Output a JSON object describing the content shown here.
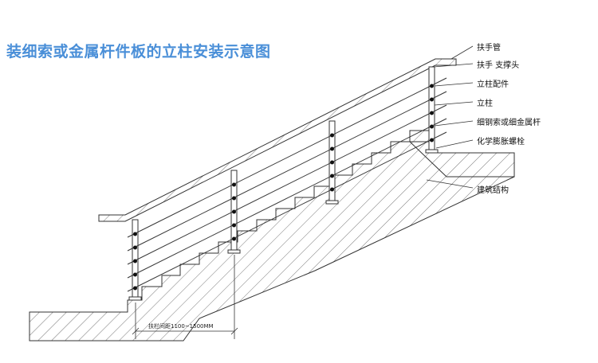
{
  "diagram": {
    "title": "装细索或金属杆件板的立柱安装示意图",
    "labels": {
      "handrail_tube": "扶手管",
      "handrail_support": "扶手 支撑头",
      "post_fitting": "立柱配件",
      "post": "立柱",
      "cable": "细钢索或细金属杆",
      "chemical_anchor": "化学膨胀螺栓",
      "structure": "建筑结构"
    },
    "dimension": "扶栏间距1100~1500MM"
  },
  "colors": {
    "title": "#4a8fd8",
    "line": "#333333"
  }
}
